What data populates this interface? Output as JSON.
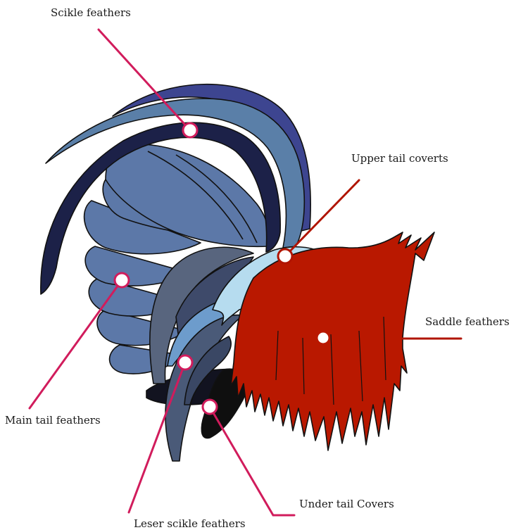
{
  "labels": {
    "sickle": "Scikle feathers",
    "upper_coverts": "Upper tail coverts",
    "saddle": "Saddle feathers",
    "main_tail": "Main tail feathers",
    "lesser_sickle": "Leser scikle feathers",
    "under_coverts": "Under tail Covers"
  },
  "colors": {
    "outer_sickle": "#3d4590",
    "mid_sickle": "#5a7fa8",
    "dark_sickle": "#1c2148",
    "main_tail": "#5c78a8",
    "lesser_sickle": "#4a5a78",
    "lesser_dark": "#3e4a6a",
    "upper_coverts": "#b6dcef",
    "saddle": "#b91800",
    "under_coverts": "#111111",
    "leader_magenta": "#d11c5c",
    "leader_red": "#b01400"
  }
}
